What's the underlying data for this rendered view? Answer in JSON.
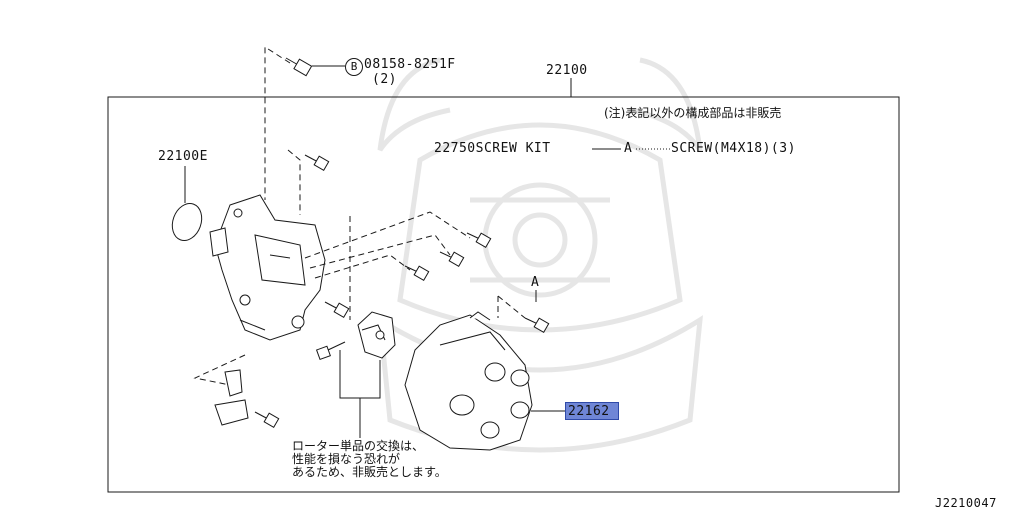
{
  "parts": {
    "bolt_b_circle": "B",
    "bolt_b_number": "08158-8251F",
    "bolt_b_qty": "(2)",
    "assembly": "22100",
    "seal": "22100E",
    "cap_highlighted": "22162",
    "screw_kit_line": "22750SCREW KIT",
    "screw_kit_ref": "A",
    "screw_spec": "SCREW(M4X18)(3)",
    "screw_callout": "A"
  },
  "notes": {
    "not_sold_notice": "(注)表記以外の構成部品は非販売",
    "rotor_note_line1": "ローター単品の交換は、",
    "rotor_note_line2": "性能を損なう恐れが",
    "rotor_note_line3": "あるため、非販売とします。"
  },
  "diagram_code": "J2210047",
  "colors": {
    "line": "#1a1a1a",
    "highlight": "#6f86d6",
    "watermark": "#e9e9e9"
  }
}
